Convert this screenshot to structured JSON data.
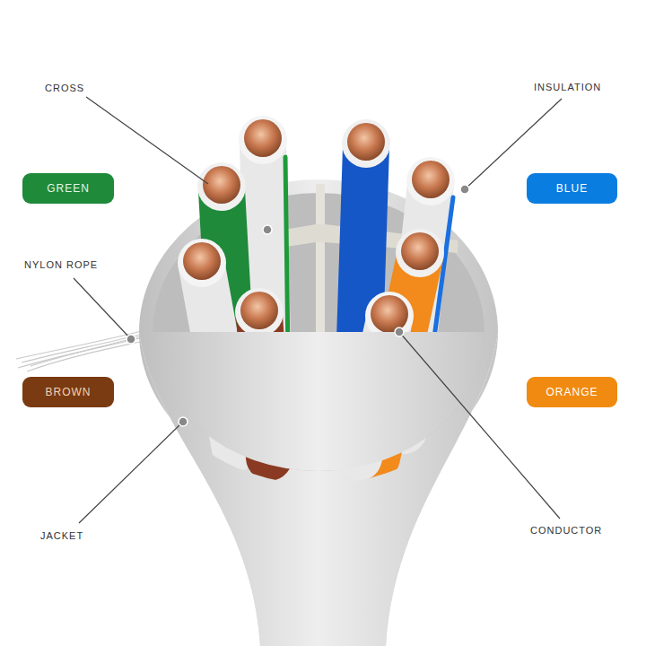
{
  "diagram": {
    "nodes": [
      {
        "text": [
          "GREEN"
        ]
      },
      {
        "text": [
          "BLUE"
        ]
      },
      {
        "text": [
          "BROWN"
        ]
      },
      {
        "text": [
          "ORANGE"
        ]
      }
    ],
    "labels": [
      "CROSS",
      "INSULATION",
      "NYLON ROPE",
      "JACKET",
      "CONDUCTOR"
    ]
  }
}
